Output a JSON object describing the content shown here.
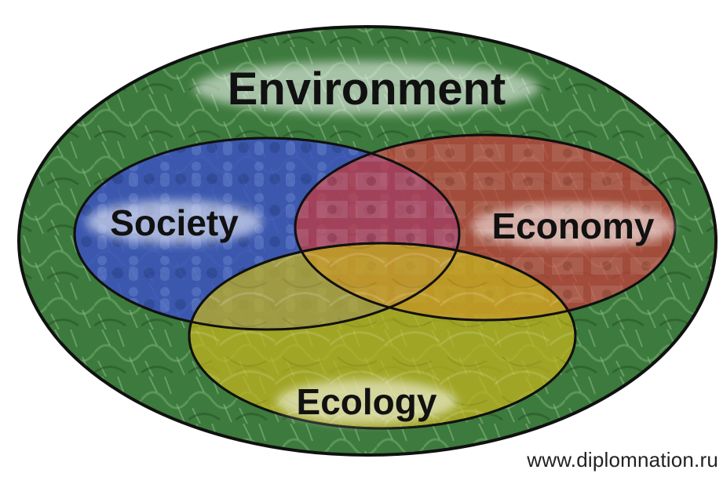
{
  "title": "Environment",
  "circles": {
    "society": "Society",
    "economy": "Economy",
    "ecology": "Ecology"
  },
  "watermark": "www.diplomnation.ru",
  "colors": {
    "environment": "#2f6b2f",
    "society": "#3a56c8",
    "economy": "#c8353a",
    "ecology": "#c9b81c",
    "outline": "#111111"
  }
}
